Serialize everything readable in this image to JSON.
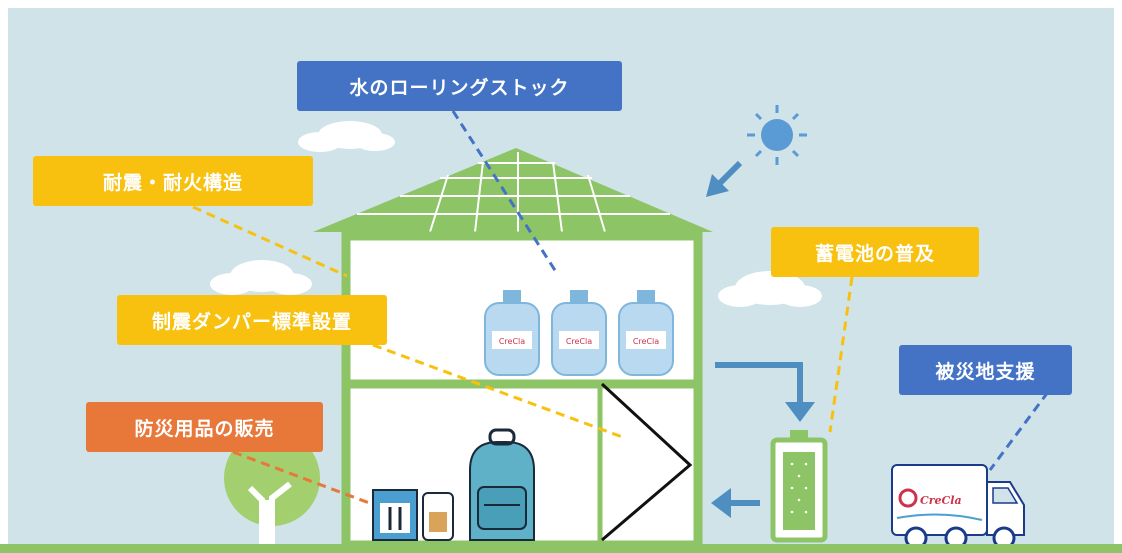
{
  "labels": {
    "water_stock": "水のローリングストック",
    "quake_fire": "耐震・耐火構造",
    "damper": "制震ダンパー標準設置",
    "disaster_goods": "防災用品の販売",
    "battery": "蓄電池の普及",
    "disaster_support": "被災地支援"
  },
  "brand": {
    "logo_text": "CreCla"
  },
  "colors": {
    "sky": "#cfe3e9",
    "roof": "#8cc466",
    "wall": "#8cc466",
    "ground": "#8cc466",
    "arrow": "#4f8ec1",
    "label_blue": "#4472c4",
    "label_yellow": "#f8c10f",
    "label_orange": "#e8773a",
    "sun": "#5a9bd5"
  }
}
